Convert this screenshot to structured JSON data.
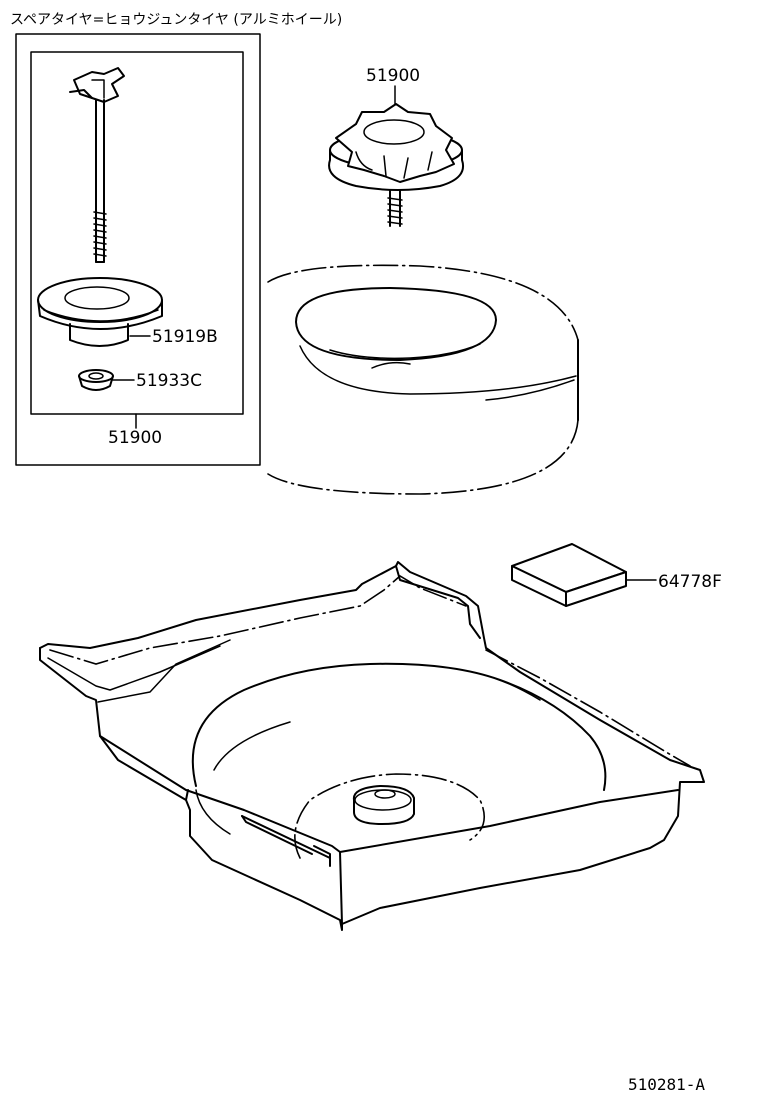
{
  "title": "スペアタイヤ=ヒョウジュンタイヤ (アルミホイール)",
  "labels": {
    "kit_assembly": "51900",
    "carrier_hanger": "51900",
    "plate": "51919B",
    "nut": "51933C",
    "block": "64778F"
  },
  "diagram_code": "510281-A"
}
